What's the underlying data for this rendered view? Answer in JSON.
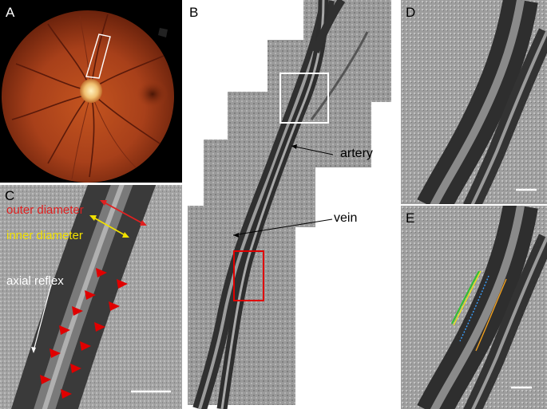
{
  "panels": {
    "a": {
      "letter": "A"
    },
    "b": {
      "letter": "B"
    },
    "c": {
      "letter": "C"
    },
    "d": {
      "letter": "D"
    },
    "e": {
      "letter": "E"
    }
  },
  "annotations": {
    "outer_diameter": "outer diameter",
    "inner_diameter": "inner diameter",
    "axial_reflex": "axial reflex",
    "artery": "artery",
    "vein": "vein"
  },
  "colors": {
    "outer": "#e02020",
    "inner": "#f0e000",
    "marker_red": "#e00000",
    "trace_green": "#30c030",
    "trace_blue": "#3aa0ff",
    "trace_orange": "#f0a020",
    "trace_yellow": "#f0f000"
  }
}
